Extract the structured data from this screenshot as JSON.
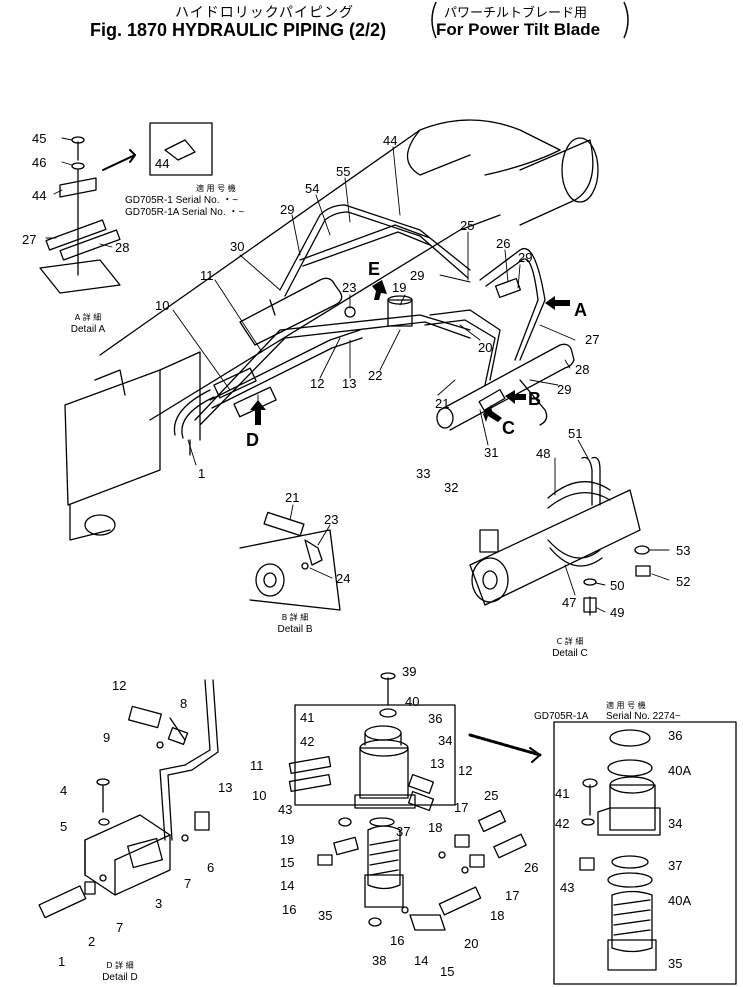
{
  "header": {
    "title_jp": "ハイドロリックパイピング",
    "title": "Fig. 1870 HYDRAULIC PIPING (2/2)",
    "paren_jp": "パワーチルトブレード用",
    "paren_en": "For Power Tilt Blade"
  },
  "serial_notes": {
    "top": {
      "jp": "適 用 号 機",
      "line1": "GD705R-1   Serial No. ・~",
      "line2": "GD705R-1A  Serial No. ・~"
    },
    "detail_box": {
      "model": "GD705R-1A",
      "jp": "適 用 号 機",
      "serial": "Serial No. 2274~"
    }
  },
  "details": {
    "a": {
      "jp": "A 詳 細",
      "en": "Detail A"
    },
    "b": {
      "jp": "B 詳 細",
      "en": "Detail B"
    },
    "c": {
      "jp": "C 詳 細",
      "en": "Detail C"
    },
    "d": {
      "jp": "D 詳 細",
      "en": "Detail D"
    }
  },
  "view_arrows": {
    "a": "A",
    "b": "B",
    "c": "C",
    "d": "D",
    "e": "E"
  },
  "callouts": {
    "n1": "1",
    "n2": "2",
    "n3": "3",
    "n4": "4",
    "n5": "5",
    "n6": "6",
    "n7": "7",
    "n8": "8",
    "n9": "9",
    "n10": "10",
    "n11": "11",
    "n12": "12",
    "n13": "13",
    "n14": "14",
    "n15": "15",
    "n16": "16",
    "n17": "17",
    "n18": "18",
    "n19": "19",
    "n20": "20",
    "n21": "21",
    "n22": "22",
    "n23": "23",
    "n24": "24",
    "n25": "25",
    "n26": "26",
    "n27": "27",
    "n28": "28",
    "n29": "29",
    "n30": "30",
    "n31": "31",
    "n32": "32",
    "n33": "33",
    "n34": "34",
    "n35": "35",
    "n36": "36",
    "n37": "37",
    "n38": "38",
    "n39": "39",
    "n40": "40",
    "n40a": "40A",
    "n41": "41",
    "n42": "42",
    "n43": "43",
    "n44": "44",
    "n45": "45",
    "n46": "46",
    "n47": "47",
    "n48": "48",
    "n49": "49",
    "n50": "50",
    "n51": "51",
    "n52": "52",
    "n53": "53",
    "n54": "54",
    "n55": "55"
  },
  "colors": {
    "ink": "#000000",
    "paper": "#ffffff"
  }
}
